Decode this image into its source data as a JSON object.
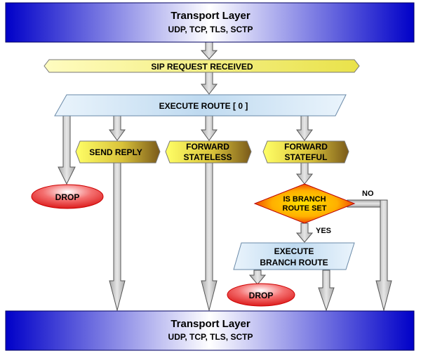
{
  "transport_top": {
    "title": "Transport Layer",
    "protocols": "UDP, TCP, TLS, SCTP"
  },
  "sip_request": "SIP REQUEST RECEIVED",
  "execute_route": "EXECUTE  ROUTE [ 0 ]",
  "send_reply": "SEND REPLY",
  "forward_stateless": {
    "line1": "FORWARD",
    "line2": "STATELESS"
  },
  "forward_stateful": {
    "line1": "FORWARD",
    "line2": "STATEFUL"
  },
  "drop_left": "DROP",
  "branch_decision": {
    "line1": "IS BRANCH",
    "line2": "ROUTE SET"
  },
  "no_label": "NO",
  "yes_label": "YES",
  "execute_branch": {
    "line1": "EXECUTE",
    "line2": "BRANCH ROUTE"
  },
  "drop_branch": "DROP",
  "transport_bottom": {
    "title": "Transport Layer",
    "protocols": "UDP, TCP, TLS, SCTP"
  },
  "colors": {
    "transport": "#1010e8",
    "request": "#f2f27a",
    "route": "#cfe4f5",
    "action_light": "#ffff66",
    "action_dark": "#8a6a1e",
    "drop": "#e02020",
    "decision_outer": "#e01010",
    "decision_inner": "#ffd400",
    "arrow": "#bdbdbd"
  }
}
